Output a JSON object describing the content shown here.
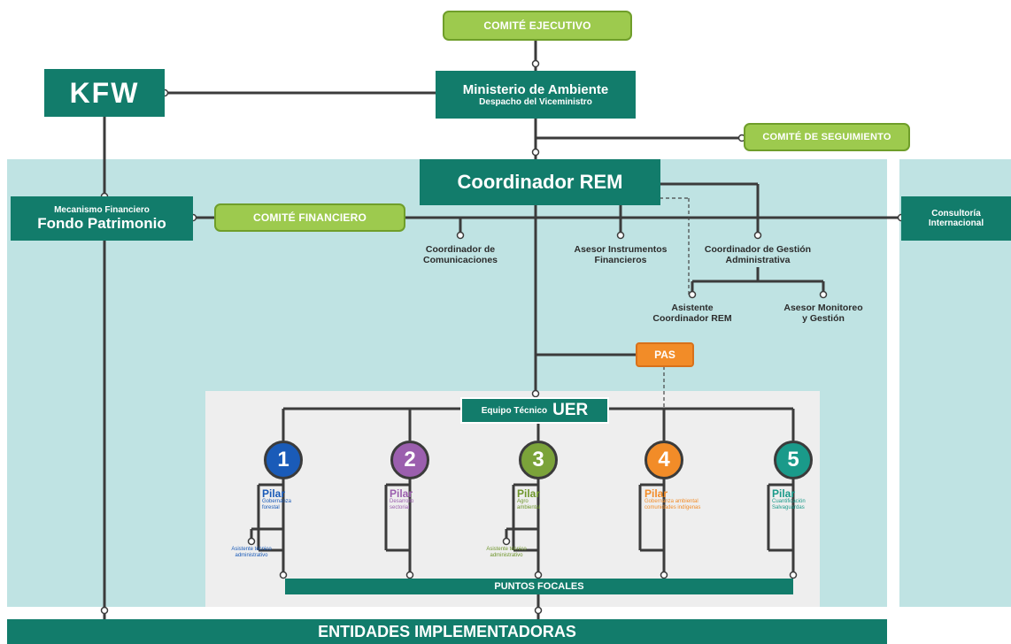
{
  "comite_ejecutivo": "COMITÉ EJECUTIVO",
  "kfw": "KFW",
  "ministerio": {
    "title": "Ministerio de Ambiente",
    "subtitle": "Despacho del Viceministro"
  },
  "comite_seguimiento": "COMITÉ DE SEGUIMIENTO",
  "coordinador_rem": "Coordinador REM",
  "fondo": {
    "line1": "Mecanismo Financiero",
    "line2": "Fondo Patrimonio"
  },
  "comite_financiero": "COMITÉ FINANCIERO",
  "consultoria": {
    "line1": "Consultoría",
    "line2": "Internacional"
  },
  "roles": {
    "comunicaciones": [
      "Coordinador de",
      "Comunicaciones"
    ],
    "instrumentos": [
      "Asesor Instrumentos",
      "Financieros"
    ],
    "gestion_admin": [
      "Coordinador de Gestión",
      "Administrativa"
    ],
    "asistente": [
      "Asistente",
      "Coordinador REM"
    ],
    "monitoreo": [
      "Asesor Monitoreo",
      "y Gestión"
    ]
  },
  "pas": "PAS",
  "equipo": {
    "small": "Equipo Técnico",
    "big": "UER"
  },
  "pillars": [
    {
      "num": "1",
      "title": "Pilar",
      "sub": [
        "Gobernanza",
        "forestal"
      ],
      "color": "#1a5bb8"
    },
    {
      "num": "2",
      "title": "Pilar",
      "sub": [
        "Desarrollo",
        "sectorial"
      ],
      "color": "#9b5fae"
    },
    {
      "num": "3",
      "title": "Pilar",
      "sub": [
        "Agro",
        "ambiental"
      ],
      "color": "#7ba33a"
    },
    {
      "num": "4",
      "title": "Pilar",
      "sub": [
        "Gobernanza ambiental",
        "comunidades indígenas"
      ],
      "color": "#f28c28"
    },
    {
      "num": "5",
      "title": "Pilar",
      "sub": [
        "Cuantificación",
        "Salvaguardas"
      ],
      "color": "#1a9a8a"
    }
  ],
  "asistentes": {
    "p1": [
      "Asistente técnico",
      "administrativo"
    ],
    "p3": [
      "Asistente técnico",
      "administrativo"
    ]
  },
  "puntos_focales": "PUNTOS FOCALES",
  "entidades": "ENTIDADES IMPLEMENTADORAS",
  "colors": {
    "teal": "#127c6b",
    "light_teal": "#bfe3e3",
    "green": "#9dca4e",
    "orange": "#f28c28",
    "gray_panel": "#eeeeee"
  }
}
